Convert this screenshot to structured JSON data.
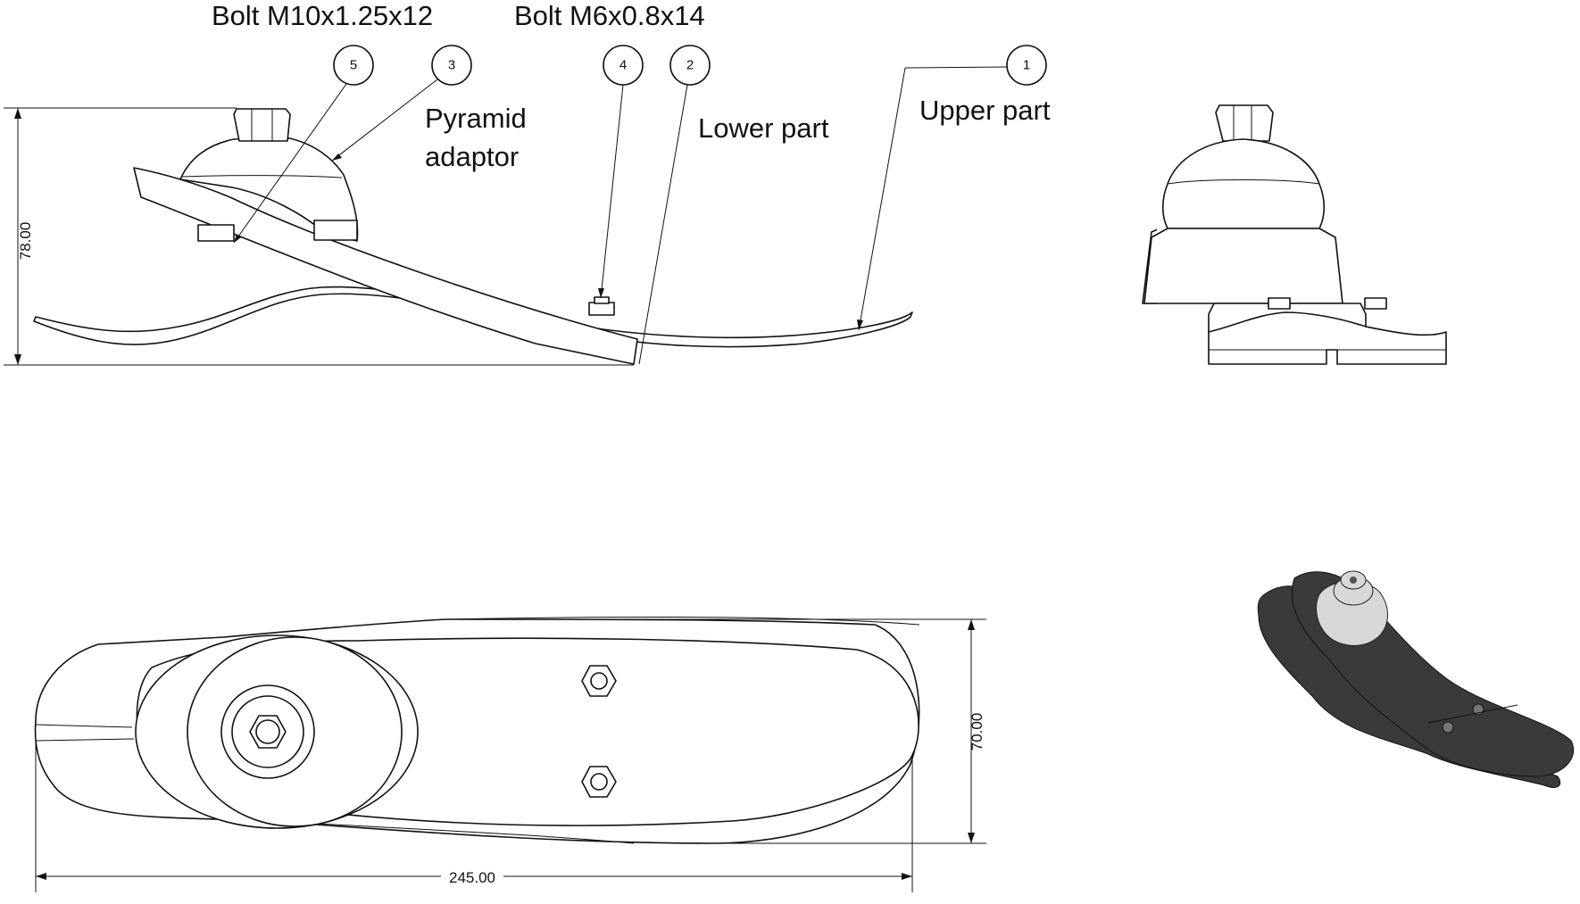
{
  "labels": {
    "bolt_1": "Bolt M10x1.25x12",
    "bolt_2": "Bolt M6x0.8x14",
    "pyramid_line1": "Pyramid",
    "pyramid_line2": "adaptor",
    "lower_part": "Lower part",
    "upper_part": "Upper part"
  },
  "balloons": [
    "5",
    "3",
    "4",
    "2",
    "1"
  ],
  "dimensions": {
    "height": "78.00",
    "width": "70.00",
    "length": "245.00"
  }
}
